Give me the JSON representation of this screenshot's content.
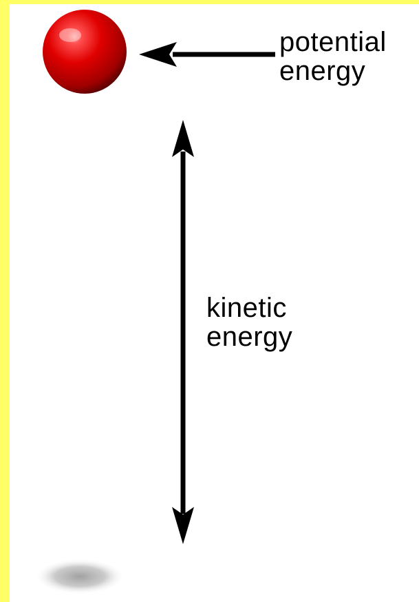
{
  "labels": {
    "potential": [
      "potential",
      "energy"
    ],
    "kinetic": [
      "kinetic",
      "energy"
    ]
  },
  "colors": {
    "border": "#ffff66",
    "background": "#ffffff",
    "ball": "#e00000",
    "ball_highlight": "#ff8a8a",
    "ball_shadow": "#6a0000",
    "arrow": "#000000",
    "ground_shadow": "#a8a8a8"
  },
  "icons": {
    "ball": "red-ball-icon",
    "horizontal_arrow": "left-arrow-icon",
    "vertical_arrow": "double-headed-vertical-arrow-icon",
    "shadow": "ground-shadow-icon"
  }
}
